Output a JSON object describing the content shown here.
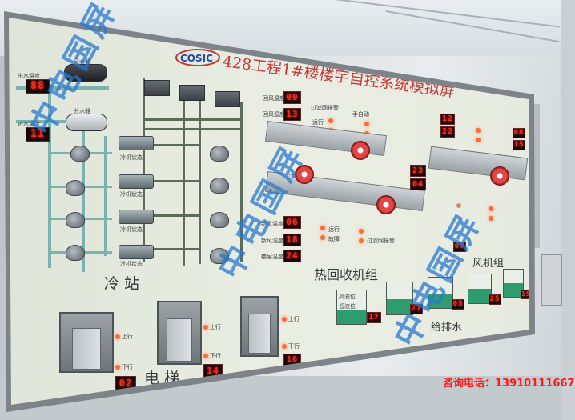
{
  "title": "428工程1#楼楼宇自控系统模拟屏",
  "logo_text": "COSIC",
  "sections": {
    "chiller_station": "冷 站",
    "heat_recovery": "热回收机组",
    "exhaust_unit": "风机组",
    "water_supply": "给排水",
    "elevator": "电 梯"
  },
  "chiller": {
    "water_divider": "分水器",
    "water_collector": "分水器",
    "supply_temp_label": "出水温度",
    "supply_temp": "88",
    "return_temp_label": "进水温度",
    "return_temp": "11",
    "status_labels": [
      "冷机状态",
      "冷机状态",
      "冷机状态",
      "冷机状态"
    ]
  },
  "hvac_top": {
    "return_air_temp_label": "回风温度",
    "return_air_temp": "09",
    "return_air_hum_label": "回风湿度",
    "return_air_hum": "13",
    "mid_a": "23",
    "mid_b": "04",
    "fresh_temp": "06",
    "fresh_hum": "18",
    "setpoint": "24",
    "labels": [
      "过滤网报警",
      "运行",
      "故障",
      "手自动",
      "运行",
      "故障",
      "新风温度",
      "新风湿度",
      "楼层温度",
      "运行",
      "故障",
      "过滤网报警"
    ]
  },
  "right_unit": {
    "v1": "12",
    "v2": "22",
    "v3": "08",
    "v4": "15",
    "v5": "07"
  },
  "water": {
    "levels": [
      "17",
      "21",
      "03",
      "25",
      "15"
    ],
    "tank_labels": [
      "高液位",
      "低液位"
    ]
  },
  "elevators": {
    "up_label": "上行",
    "down_label": "下行",
    "floor_1": "02",
    "floor_2": "14",
    "floor_3": "16"
  },
  "watermark": "中电国屏",
  "contact": "咨询电话：13910111667",
  "colors": {
    "title": "#c23a3a",
    "led": "#ff2a1a",
    "watermark": "#2878d2",
    "pipe": "#7ab2b0",
    "water": "#2f9c6d"
  }
}
